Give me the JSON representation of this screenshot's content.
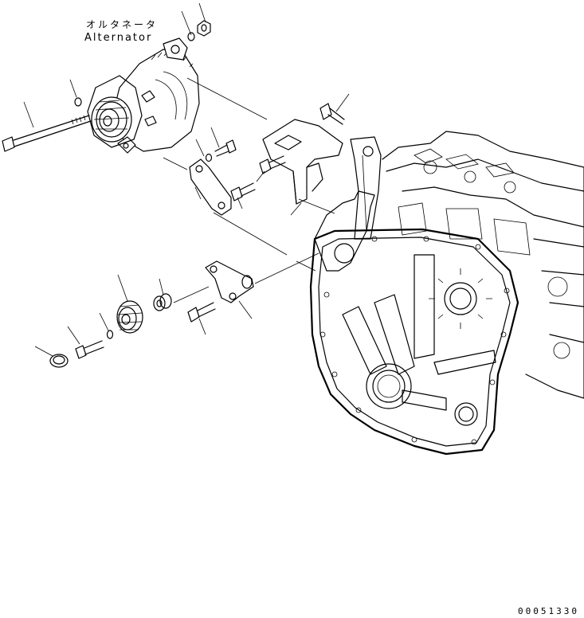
{
  "diagram": {
    "component_label_jp": "オルタネータ",
    "component_label_en": "Alternator",
    "drawing_number": "00051330"
  }
}
